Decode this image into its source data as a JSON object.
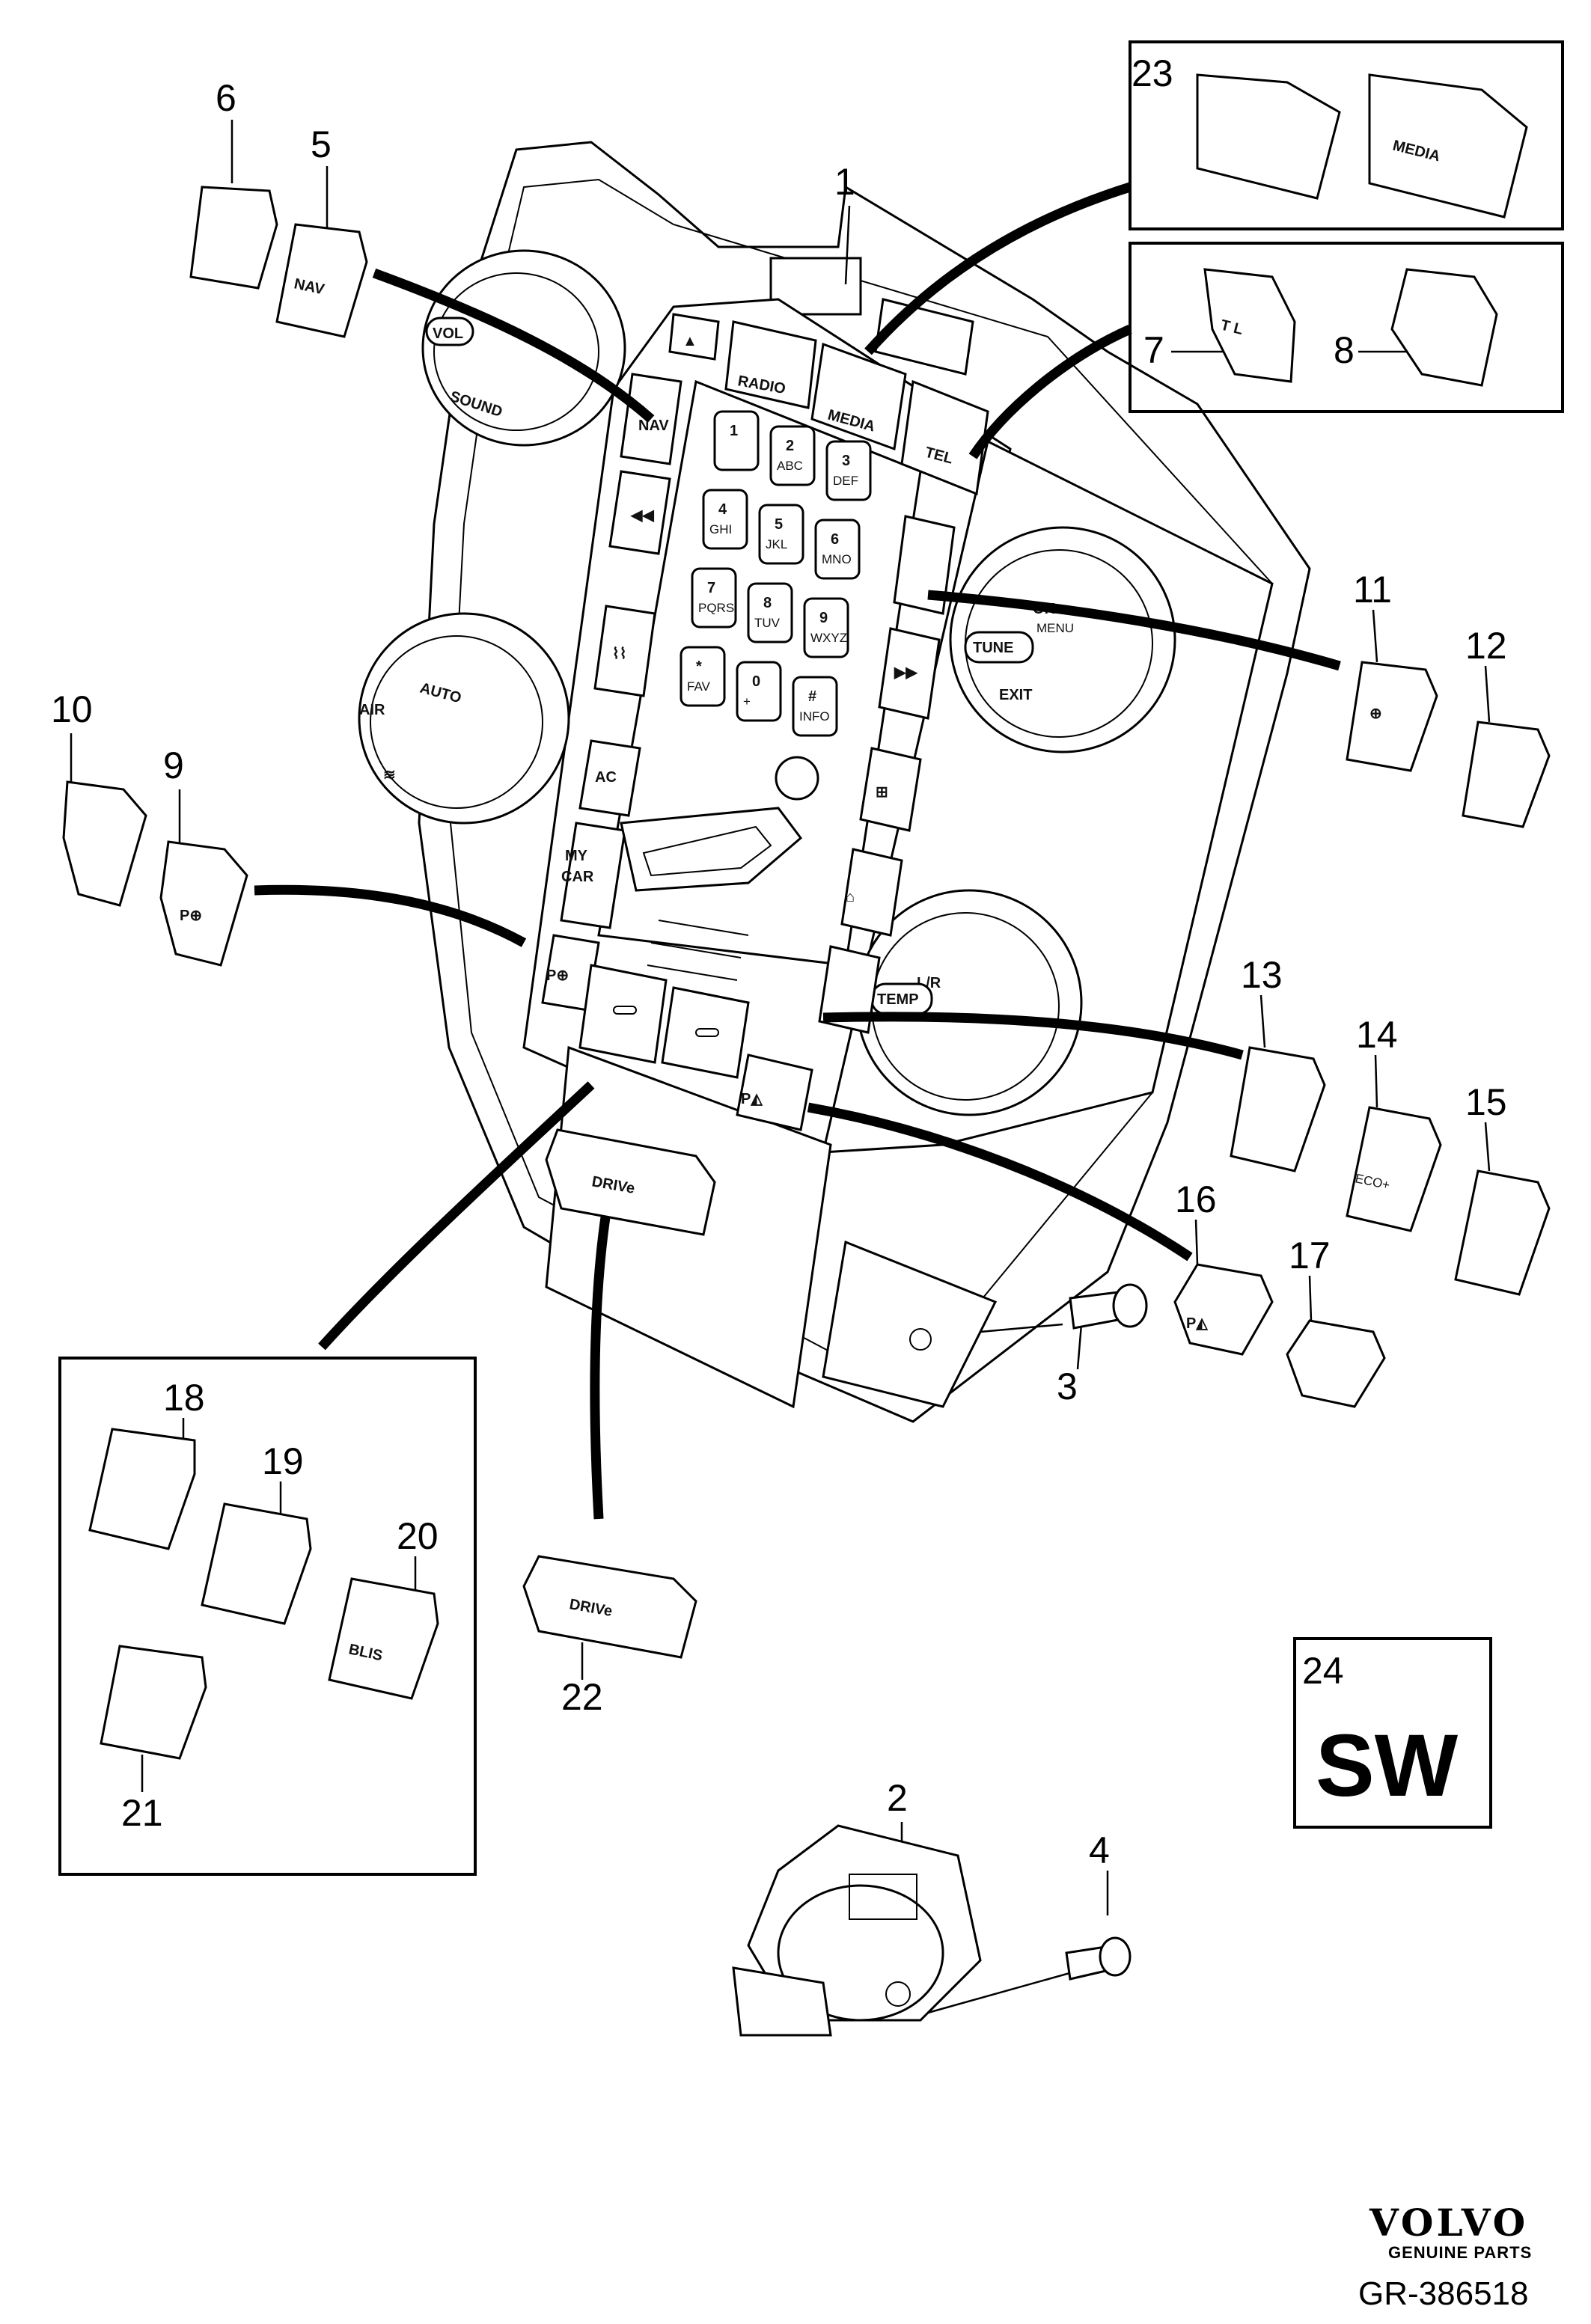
{
  "callouts": [
    "1",
    "2",
    "3",
    "4",
    "5",
    "6",
    "7",
    "8",
    "9",
    "10",
    "11",
    "12",
    "13",
    "14",
    "15",
    "16",
    "17",
    "18",
    "19",
    "20",
    "21",
    "22",
    "23",
    "24"
  ],
  "panel_labels": {
    "nav": "NAV",
    "radio": "RADIO",
    "media": "MEDIA",
    "tel": "TEL",
    "ac": "AC",
    "my": "MY",
    "car": "CAR",
    "vol": "VOL",
    "sound": "SOUND",
    "auto": "AUTO",
    "air": "AIR",
    "ok": "OK",
    "menu": "MENU",
    "tune": "TUNE",
    "exit": "EXIT",
    "temp": "TEMP",
    "lr": "L/R"
  },
  "keypad": [
    {
      "num": "1",
      "sub": ""
    },
    {
      "num": "2",
      "sub": "ABC"
    },
    {
      "num": "3",
      "sub": "DEF"
    },
    {
      "num": "4",
      "sub": "GHI"
    },
    {
      "num": "5",
      "sub": "JKL"
    },
    {
      "num": "6",
      "sub": "MNO"
    },
    {
      "num": "7",
      "sub": "PQRS"
    },
    {
      "num": "8",
      "sub": "TUV"
    },
    {
      "num": "9",
      "sub": "WXYZ"
    },
    {
      "num": "*",
      "sub": "FAV"
    },
    {
      "num": "0",
      "sub": "+"
    },
    {
      "num": "#",
      "sub": "INFO"
    }
  ],
  "cap_labels": {
    "nav": "NAV",
    "media": "MEDIA",
    "tl": "T L",
    "eco": "ECO+",
    "blis": "BLIS",
    "drive": "DRIVe"
  },
  "sw_label": "SW",
  "brand": {
    "name": "VOLVO",
    "tagline": "GENUINE PARTS",
    "ref": "GR-386518"
  },
  "colors": {
    "line": "#000000",
    "background": "#ffffff"
  }
}
